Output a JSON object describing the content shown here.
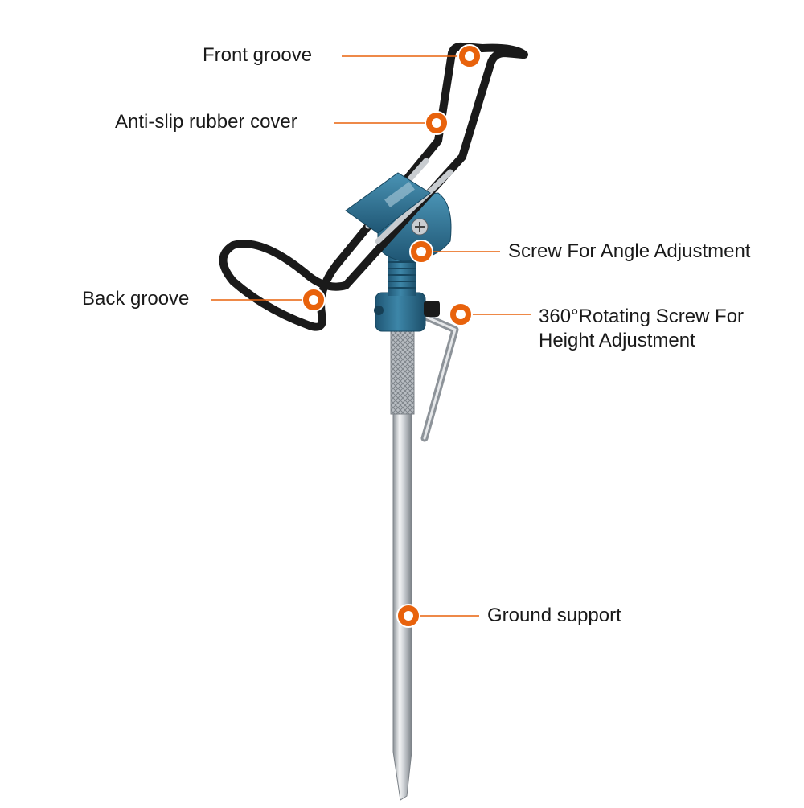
{
  "labels": {
    "front_groove": "Front groove",
    "anti_slip": "Anti-slip rubber cover",
    "back_groove": "Back groove",
    "screw_angle": "Screw For Angle Adjustment",
    "rotating_line1": "360°Rotating Screw For",
    "rotating_line2": "Height Adjustment",
    "ground_support": "Ground support"
  },
  "colors": {
    "marker_orange": "#e8620c",
    "leader_line": "#e8620c",
    "holder_blue": "#2f6f8f",
    "rubber_black": "#1a1a1a",
    "steel": "#c8ccd0",
    "text": "#1a1a1a"
  }
}
